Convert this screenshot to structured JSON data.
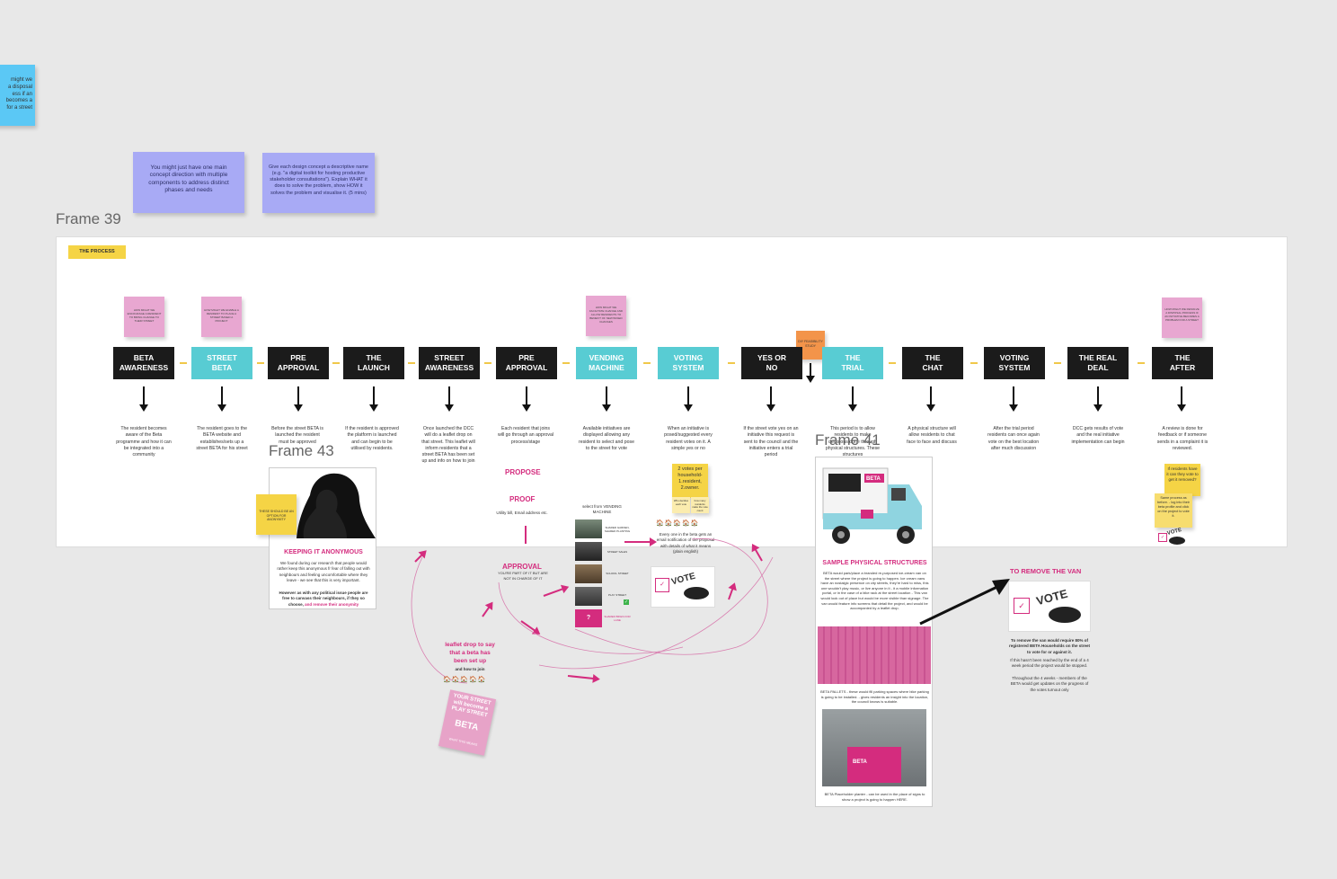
{
  "notes": {
    "left_blue": "might we\na disposal\ness if an\n becomes a\n for a street",
    "purple_1": "You might just have one main concept direction with multiple components to address distinct phases and needs",
    "purple_2": "Give each design concept a descriptive name (e.g. \"a digital toolkit for hosting productive stakeholder consultations\"). Explain WHAT it does to solve the problem, show HOW it solves the problem and visualise it. (5 mins)"
  },
  "frames": {
    "frame39": "Frame 39",
    "frame43": "Frame 43",
    "frame41": "Frame 41"
  },
  "process_tag": "THE PROCESS",
  "steps": [
    {
      "label": "BETA\nAWARENESS",
      "desc": "The resident becomes aware of the Beta programme and how it can be integrated into a community"
    },
    {
      "label": "STREET\nBETA",
      "desc": "The resident goes to the BETA website and establishes/sets up a street BETA for his street"
    },
    {
      "label": "PRE\nAPPROVAL",
      "desc": "Before the street BETA is launched the resident must be approved"
    },
    {
      "label": "THE\nLAUNCH",
      "desc": "If the resident is approved the platform is launched and can begin to be utilised by residents."
    },
    {
      "label": "STREET\nAWARENESS",
      "desc": "Once launched the DCC will do a leaflet drop on that street. This leaflet will inform residents that a street BETA has been set up and info on how to join"
    },
    {
      "label": "PRE\nAPPROVAL",
      "desc": "Each resident that joins will go through an approval process/stage"
    },
    {
      "label": "VENDING\nMACHINE",
      "desc": "Available initiatives are displayed allowing any resident to select and pose to the street for vote"
    },
    {
      "label": "VOTING\nSYSTEM",
      "desc": "When an initiative is posed/suggested every resident votes on it. A simple yes or no"
    },
    {
      "label": "YES OR\nNO",
      "desc": "If the street vote yes on an initiative this request is sent to the council and the initiative enters a trial period"
    },
    {
      "label": "THE\nTRIAL",
      "desc": "This period is to allow residents to make decisions done through physical structures. These structures"
    },
    {
      "label": "THE\nCHAT",
      "desc": "A physical structure will allow residents to chat face to face and discuss"
    },
    {
      "label": "VOTING\nSYSTEM",
      "desc": "After the trial period residents can once again vote on the best location after much discussion"
    },
    {
      "label": "THE REAL\nDEAL",
      "desc": "DCC gets results of vote and the real initiative implementation can begin"
    },
    {
      "label": "THE\nAFTER",
      "desc": "A review is done for feedback or if someone sends in a complaint it is reviewed."
    }
  ],
  "pink_notes": {
    "p1": "HOW MIGHT WE ENCOURAGE A RESIDENT TO BRING CHANGE TO THEIR STREET",
    "p2": "HOW MIGHT WE ENABLE A RESIDENT TO PLACE A STREET BASED A PROJECT",
    "p3": "HOW MIGHT WE FACILITATE CHANGE AND ALLOW RESIDENTS TO BENEFIT OF NEW BASED CHANGES",
    "p4": "HOW MIGHT WE RESOLVE A DISPOSAL PROCESS IF AN INITIATIVE BECOMES A PROBLEM FOR A STREET"
  },
  "orange_note": "DIY FEASIBILITY STUDY",
  "anonymous": {
    "sticky": "THESE SHOULD BE AN OPTION FOR ANONYMITY",
    "title": "KEEPING IT ANONYMOUS",
    "body": "We found during our research that people would rather keep this anonymous fr fear of falling out with neighbours and feeling uncomfortable where they leave - we see that this is very important.",
    "bold": "However as with any political issue people are free to canvass their neighbours, if they so choose,",
    "highlight": "and remove their anonymity"
  },
  "approval": {
    "propose": "PROPOSE",
    "proof": "PROOF",
    "proof_sub": "Utility bill, Email address etc.",
    "approval": "APPROVAL",
    "approval_sub": "YOU'RE PART OF IT BUT ARE NOT IN CHARGE OF IT"
  },
  "vending": {
    "title": "select from VENDING MACHINE",
    "items": [
      "SHARED GARDEN, SHARED PLANTING",
      "STREET SALES",
      "SCHOOL STREET",
      "PLAY STREET",
      "SHARED BIKES FOR LANE"
    ],
    "question": "?"
  },
  "voting": {
    "yellow": "2 votes per household- 1.resident, 2.owner.",
    "small_1": "Who decides each vote",
    "small_2": "how many residents make the vote count",
    "desc": "Every one in the beta gets an email notification of the proposal with details of what it means (plain english)",
    "vote_logo": "VOTE"
  },
  "leaflet": {
    "title": "leaflet drop to say that a beta has been set up",
    "sub": "and how to join",
    "poster": "YOUR STREET will become a PLAY STREET",
    "poster_logo": "BETA",
    "poster_foot": "WHAT THIS MEANS"
  },
  "physical": {
    "van_logo": "BETA",
    "title": "SAMPLE PHYSICAL STRUCTURES",
    "body": "BETA would park/place a branded re-purposed ice-cream van on the street where the project is going to happen. Ice cream vans have an nostalgic presence on city streets, they're hard to miss, this one wouldn't play music, or live anyone in it - it a mobile information portal, or in the case of a bike rack at the street location - This van would look out of place but would be more visible than signage. The van would feature info screens that detail the project, and would be accompanied by a leaflet drop.",
    "pallets": "BETA PALLETS - these would fill parking spaces where bike parking is going to be installed. - gives residents an insight into the location, the council knows is suitable.",
    "planter": "BETA Placeholder planter - can be used in the place of signs to show a project is going to happen HERE.",
    "planter_sign": "BETA"
  },
  "remove_van": {
    "title": "TO REMOVE THE VAN",
    "bold": "To remove the van would require 80% of registered BETA Households on the street to vote for or against it.",
    "body": "If this hasn't been reached by the end of a 4 week period the project would be stopped.",
    "body2": "Throughout the 4 weeks - members of the BETA would get updates on the progress of the votes turnout only",
    "vote_logo": "VOTE"
  },
  "after": {
    "yellow_1": "If residents have it can they vote to get it removed?",
    "yellow_2": "Same process as before. - log into their beta profile and click on the project to vote it.",
    "vote_logo": "VOTE"
  },
  "colors": {
    "teal": "#58ccd3",
    "dark": "#1b1b1b",
    "magenta": "#d42c7e",
    "purple": "#a8aaf5",
    "yellow": "#f5d445",
    "pink": "#e8a7d1",
    "blue": "#5bc8f5"
  }
}
